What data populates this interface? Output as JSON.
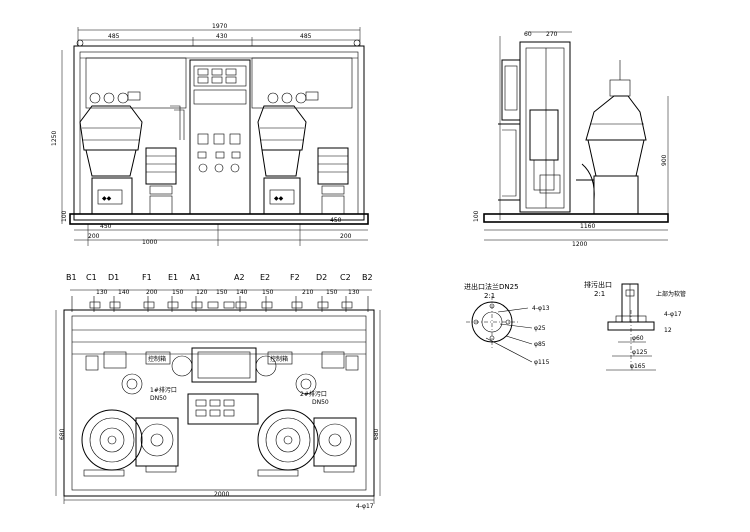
{
  "front_view": {
    "dims": {
      "total_width": "1970",
      "left_part": "485",
      "mid_part": "430",
      "right_part": "485",
      "height": "1250",
      "base_left": "200",
      "base_1000": "1000",
      "base_450_left": "450",
      "base_450_right": "450",
      "base_200_right": "200",
      "side_100": "100"
    }
  },
  "side_view": {
    "dims": {
      "top_60": "60",
      "top_270": "270",
      "width_1160": "1160",
      "width_1200": "1200",
      "height_900": "900",
      "height_100": "100"
    }
  },
  "plan_view": {
    "pipe_labels": [
      "B1",
      "C1",
      "D1",
      "F1",
      "E1",
      "A1",
      "A2",
      "E2",
      "F2",
      "D2",
      "C2",
      "B2"
    ],
    "spacing_labels": [
      "130",
      "140",
      "200",
      "150",
      "120",
      "150",
      "140",
      "150",
      "210",
      "150",
      "130"
    ],
    "drain_1": "1#排污口",
    "drain_1_size": "DN50",
    "drain_2": "2#排污口",
    "drain_2_size": "DN50",
    "tag_left": "控制箱",
    "tag_right": "控制箱",
    "width_2000": "2000",
    "height_left": "680",
    "height_right": "680",
    "holes": "4-φ17"
  },
  "detail_flange": {
    "title": "进出口法兰DN25",
    "scale": "2:1",
    "holes": "4-φ13",
    "d1": "φ25",
    "d2": "φ85",
    "d3": "φ115"
  },
  "detail_drain": {
    "title": "排污出口",
    "scale": "2:1",
    "note": "上部为软管",
    "holes": "4-φ17",
    "d1": "φ60",
    "d2": "φ125",
    "d3": "φ165",
    "h": "12"
  }
}
